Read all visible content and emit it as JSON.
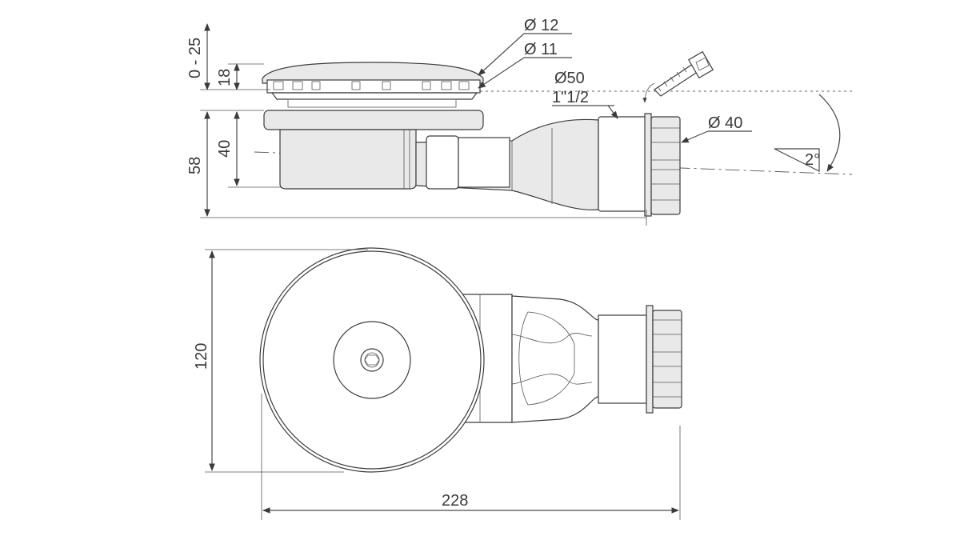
{
  "diagram": {
    "side_view": {
      "cover_width": "Ø 12",
      "cover_inner": "Ø 11",
      "outlet_diameter": "Ø50",
      "outlet_thread": "1\"1/2",
      "pipe_diameter": "Ø 40",
      "slope": "2°",
      "adjust_range": "0 - 25",
      "cover_height": "18",
      "body_height": "40",
      "total_height": "58"
    },
    "top_view": {
      "width": "120",
      "length": "228"
    }
  }
}
